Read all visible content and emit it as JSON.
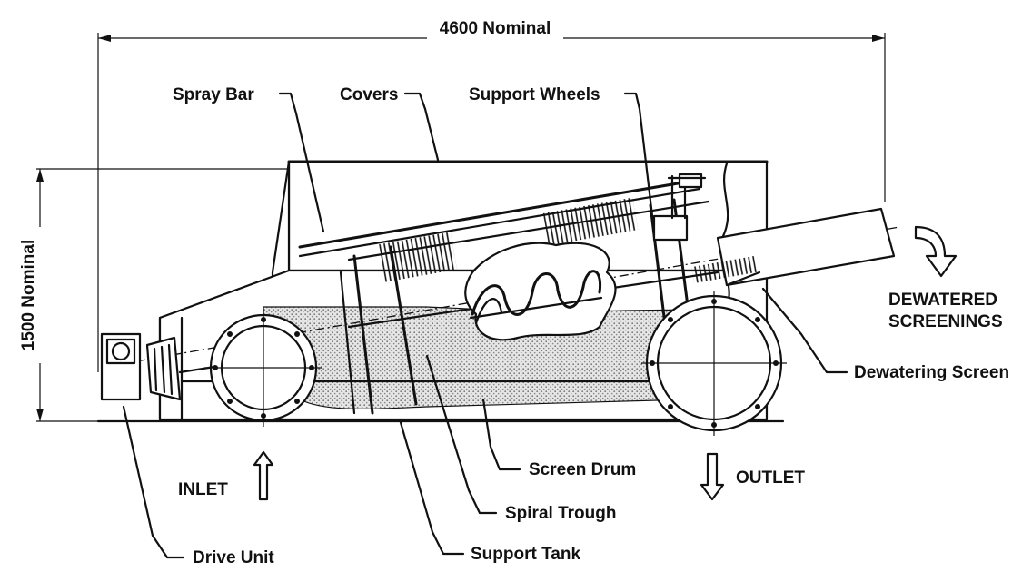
{
  "dimensions": {
    "width_label": "4600 Nominal",
    "height_label": "1500 Nominal"
  },
  "labels": {
    "spray_bar": "Spray Bar",
    "covers": "Covers",
    "support_wheels": "Support Wheels",
    "dewatered_line1": "DEWATERED",
    "dewatered_line2": "SCREENINGS",
    "dewatering_screen": "Dewatering Screen",
    "inlet": "INLET",
    "outlet": "OUTLET",
    "screen_drum": "Screen Drum",
    "spiral_trough": "Spiral Trough",
    "drive_unit": "Drive Unit",
    "support_tank": "Support Tank"
  },
  "colors": {
    "ink": "#111111",
    "background": "#ffffff",
    "water_stipple": "#8a8a8a"
  },
  "icons": {
    "inlet_arrow": "arrow-up-icon",
    "outlet_arrow": "arrow-down-icon",
    "discharge_arrow": "curved-arrow-down-icon"
  }
}
